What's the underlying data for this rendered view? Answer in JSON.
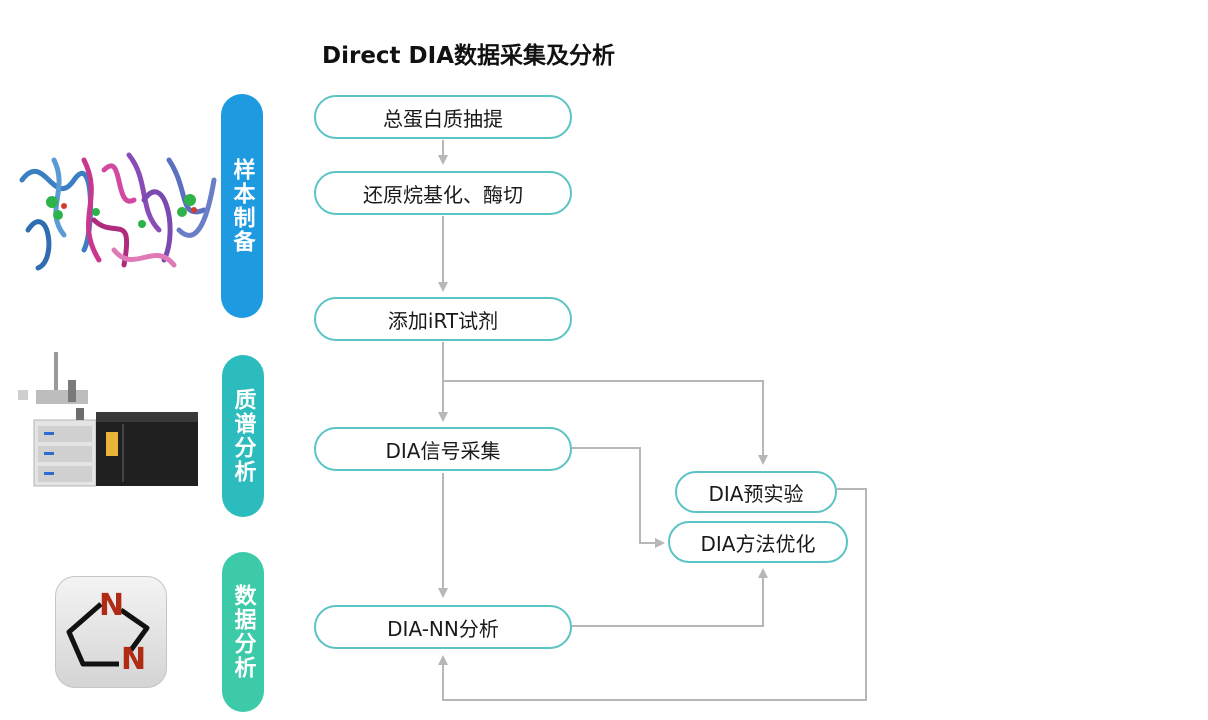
{
  "title": "Direct DIA数据采集及分析",
  "stages": [
    {
      "label": "样本制备",
      "color": "#1e9be0"
    },
    {
      "label": "质谱分析",
      "color": "#2cbcbd"
    },
    {
      "label": "数据分析",
      "color": "#3ccaa8"
    }
  ],
  "steps": {
    "extract": "总蛋白质抽提",
    "reduce": "还原烷基化、酶切",
    "irt": "添加iRT试剂",
    "acquire": "DIA信号采集",
    "analyze": "DIA-NN分析",
    "pre": "DIA预实验",
    "optimize": "DIA方法优化"
  },
  "logo": {
    "top_letter": "N",
    "bottom_letter": "N",
    "letter_color": "#b02a14"
  },
  "colors": {
    "border": "#5cc3c5",
    "arrow": "#b7b7b7"
  }
}
